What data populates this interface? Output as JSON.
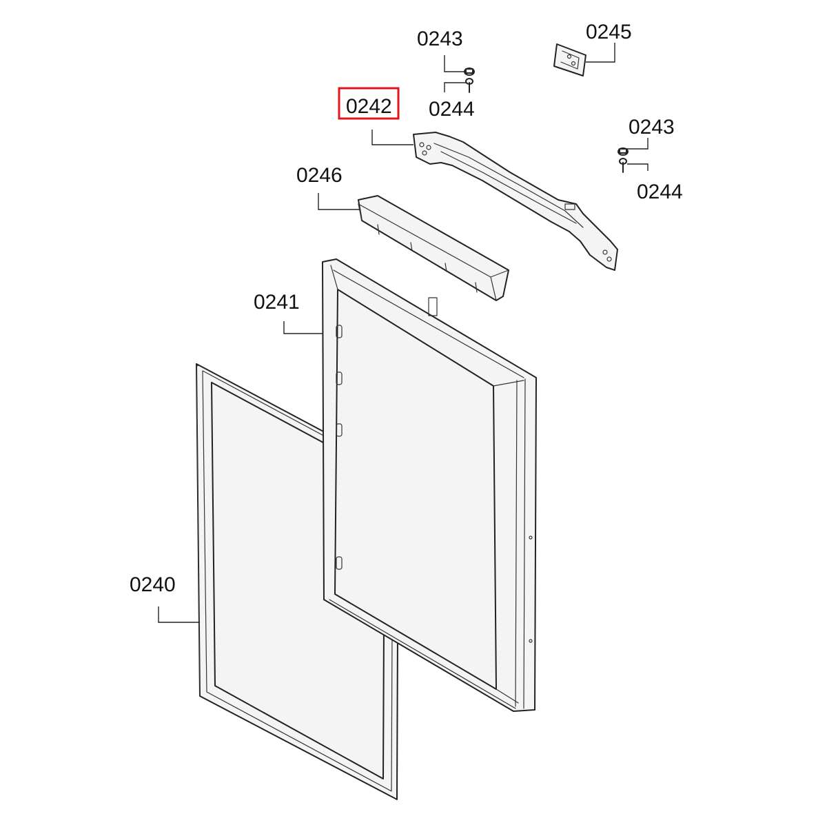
{
  "diagram": {
    "highlight_color": "#e0161b",
    "parts": [
      {
        "id": "p0240",
        "callout": "0240",
        "component": "door-gasket"
      },
      {
        "id": "p0241",
        "callout": "0241",
        "component": "door-panel"
      },
      {
        "id": "p0242",
        "callout": "0242",
        "component": "door-hinge-bracket",
        "highlighted": true
      },
      {
        "id": "p0243a",
        "callout": "0243",
        "component": "hinge-nut"
      },
      {
        "id": "p0244a",
        "callout": "0244",
        "component": "hinge-screw"
      },
      {
        "id": "p0243b",
        "callout": "0243",
        "component": "hinge-nut"
      },
      {
        "id": "p0244b",
        "callout": "0244",
        "component": "hinge-screw"
      },
      {
        "id": "p0245",
        "callout": "0245",
        "component": "hinge-plate"
      },
      {
        "id": "p0246",
        "callout": "0246",
        "component": "door-top-cover"
      }
    ]
  }
}
